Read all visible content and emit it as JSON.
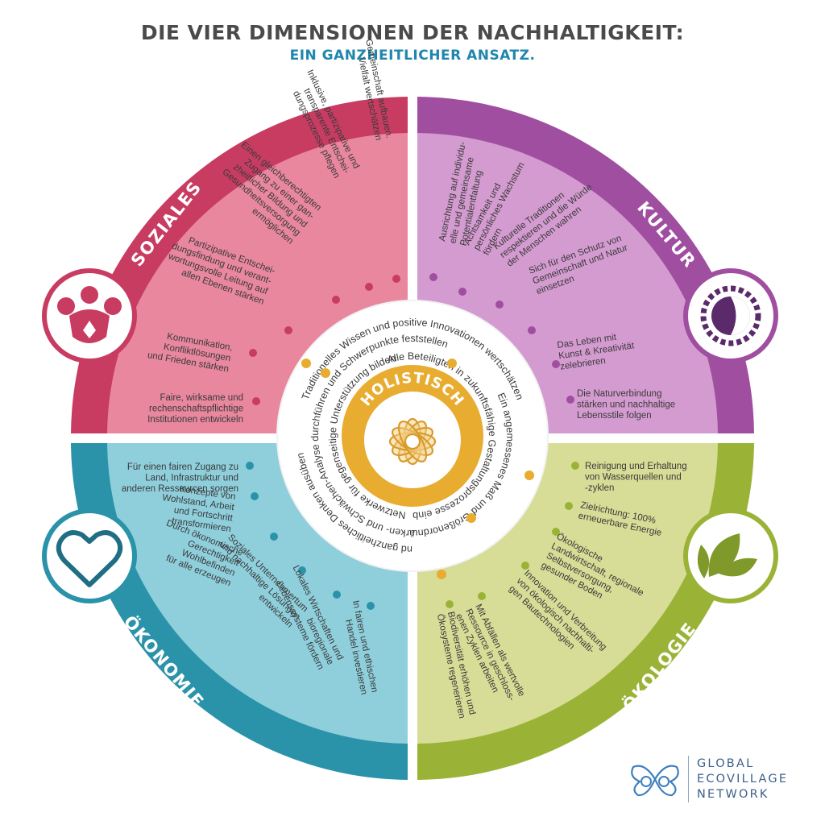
{
  "title": "DIE VIER DIMENSIONEN DER NACHHALTIGKEIT:",
  "subtitle": "EIN GANZHEITLICHER ANSATZ.",
  "colors": {
    "soziales": "#c83c62",
    "soziales_light": "#e8879e",
    "kultur": "#a04ea0",
    "kultur_light": "#d49bd0",
    "oekonomie": "#2a93a9",
    "oekonomie_light": "#8fcfdc",
    "oekologie": "#9ab337",
    "oekologie_light": "#d7dd96",
    "holistic": "#e8ac30"
  },
  "quadrants": {
    "soziales": {
      "label": "SOZIALES",
      "icon": "people-group-icon",
      "items": [
        [
          "Faire, wirksame und",
          "rechenschaftspflichtige",
          "Institutionen entwickeln"
        ],
        [
          "Kommunikation,",
          "Konfliktlösungen",
          "und Frieden stärken"
        ],
        [
          "Partizipative Entschei-",
          "dungsfindung und verant-",
          "wortungsvolle Leitung auf",
          "allen Ebenen stärken"
        ],
        [
          "Einen gleichberechtigten",
          "Zugang zu einer gan-",
          "zheitlicher Bildung und",
          "Gesundheitsversorgung",
          "ermöglichen"
        ],
        [
          "Inklusive, partizipative und",
          "transparente Entschei-",
          "dungsprozesse pflegen"
        ],
        [
          "Gemeinschaft aufbauen.",
          "Vielfalt wertschätzen"
        ]
      ]
    },
    "kultur": {
      "label": "KULTUR",
      "icon": "sun-moon-icon",
      "items": [
        [
          "Ausrichtung auf individu-",
          "elle und gemeinsame",
          "Potentialentfaltung"
        ],
        [
          "Achtsamkeit und",
          "persönliches Wachstum",
          "fördern"
        ],
        [
          "Kulturelle Traditionen",
          "respektieren und die Würde",
          "der Menschen wahren"
        ],
        [
          "Sich für den Schutz von",
          "Gemeinschaft und Natur",
          "einsetzen"
        ],
        [
          "Das Leben mit",
          "Kunst & Kreativität",
          "zelebrieren"
        ],
        [
          "Die Naturverbindung",
          "stärken und nachhaltige",
          "Lebensstile folgen"
        ]
      ]
    },
    "oekonomie": {
      "label": "ÖKONOMIE",
      "icon": "handshake-heart-icon",
      "items": [
        [
          "Für einen fairen Zugang zu",
          "Land, Infrastruktur und",
          "anderen Ressourcen sorgen"
        ],
        [
          "Konzepte von",
          "Wohlstand, Arbeit",
          "und Fortschritt",
          "transformieren"
        ],
        [
          "Durch ökonomische",
          "Gerechtigkeit",
          "Wohlbefinden",
          "für alle erzeugen"
        ],
        [
          "Soziales Unternehmertum",
          "und nachhaltige Lösungen",
          "entwickeln"
        ],
        [
          "Lokales Wirtschaften und",
          "bioregionale",
          "Lebenssysteme fördern"
        ],
        [
          "In fairen und ethischen",
          "Handel investieren"
        ]
      ]
    },
    "oekologie": {
      "label": "ÖKOLOGIE",
      "icon": "leaves-icon",
      "items": [
        [
          "Reinigung und Erhaltung",
          "von Wasserquellen und",
          "-zyklen"
        ],
        [
          "Zielrichtung: 100%",
          "erneuerbare Energie"
        ],
        [
          "Ökologische",
          "Landwirtschaft, regionale",
          "Selbstversorgung,",
          "gesunder Boden"
        ],
        [
          "Innovation und Verbreitung",
          "von ökologisch nachhalti-",
          "gen Bautechnologien"
        ],
        [
          "Mit Abfällen als wertvolle",
          "Ressource in geschloss-",
          "enen Zyklen arbeiten"
        ],
        [
          "Biodiversität erhöhen und",
          "Ökosysteme regenerieren"
        ]
      ]
    }
  },
  "holistic": {
    "label": "HOLISTISCH",
    "icon": "mandala-icon",
    "items": [
      "Traditionelles Wissen und positive Innovationen wertschätzen",
      "Eine Stärken- und Schwächen-Analyse durchführen und Schwerpunkte feststellen",
      "Alle Beteiligten in zukunftsfähige Gestaltungsprozesse einbinden",
      "Von der Natur lernen und ganzheitliches Denken ausüben",
      "Ein angemessenes Maß und Größenordnung für jede Lösung identifizieren",
      "Netzwerke für gegenseitige Unterstützung bilden"
    ]
  },
  "brand": {
    "icon": "butterfly-logo-icon",
    "lines": [
      "GLOBAL",
      "ECOVILLAGE",
      "NETWORK"
    ]
  }
}
